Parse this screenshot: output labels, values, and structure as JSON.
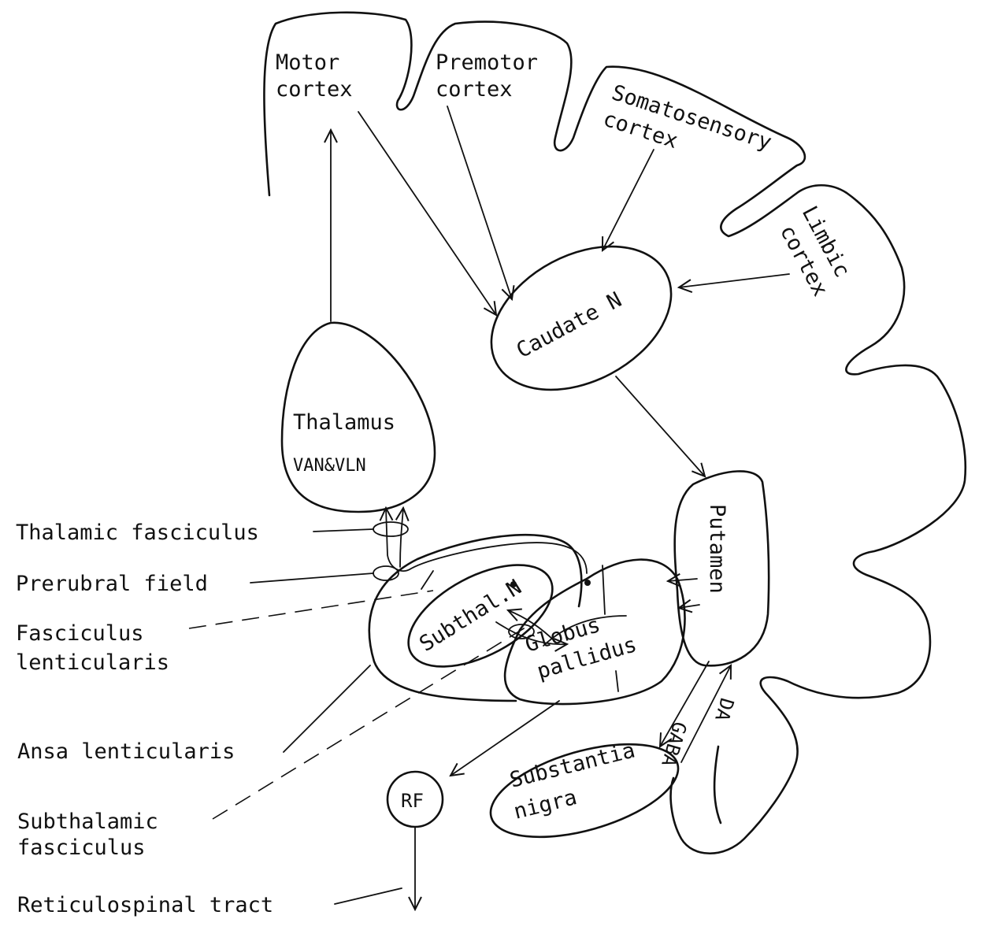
{
  "cortex": {
    "motor": [
      "Motor",
      "cortex"
    ],
    "premotor": [
      "Premotor",
      "cortex"
    ],
    "somatosensory": [
      "Somatosensory",
      "cortex"
    ],
    "limbic": [
      "Limbic",
      "cortex"
    ]
  },
  "nuclei": {
    "caudate": "Caudate N",
    "thalamus": [
      "Thalamus",
      "VAN&VLN"
    ],
    "putamen": "Putamen",
    "subthalamic": "Subthal.N",
    "globus_pallidus": [
      "Globus",
      "pallidus"
    ],
    "substantia_nigra": [
      "Substantia",
      "nigra"
    ],
    "rf": "RF"
  },
  "transmitters": {
    "gaba": "GABA",
    "da": "DA"
  },
  "pathways": {
    "thalamic_fasciculus": "Thalamic fasciculus",
    "prerubral_field": "Prerubral field",
    "fasciculus_lenticularis": [
      "Fasciculus",
      "lenticularis"
    ],
    "ansa_lenticularis": "Ansa lenticularis",
    "subthalamic_fasciculus": [
      "Subthalamic",
      "fasciculus"
    ],
    "reticulospinal_tract": "Reticulospinal tract"
  }
}
